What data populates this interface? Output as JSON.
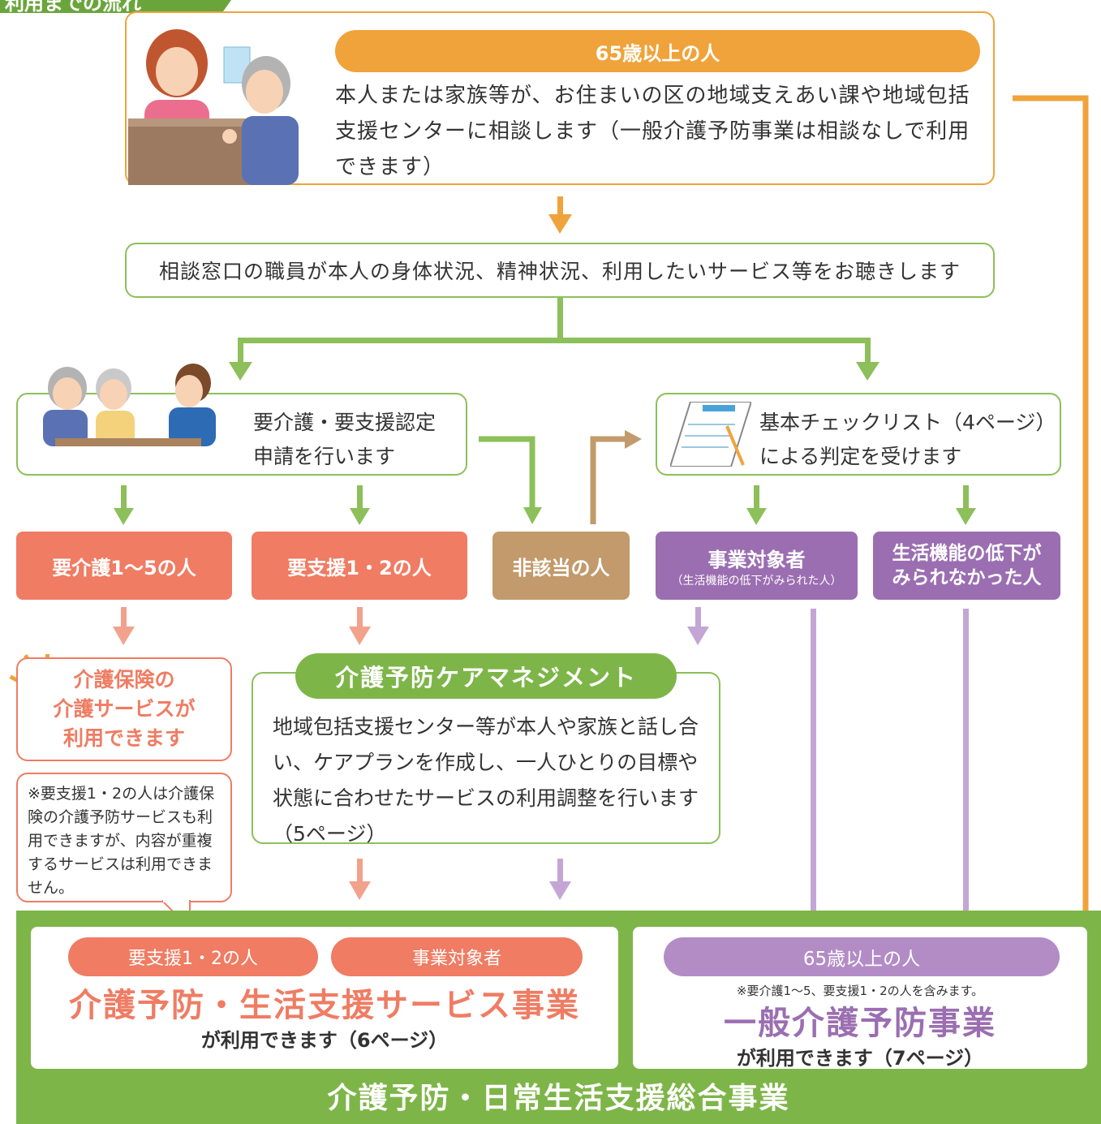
{
  "header": {
    "tab": "利用までの流れ"
  },
  "top": {
    "pill": "65歳以上の人",
    "text": "本人または家族等が、お住まいの区の地域支えあい課や地域包括支援センターに相談します（一般介護予防事業は相談なしで利用できます）"
  },
  "consult": {
    "text": "相談窓口の職員が本人の身体状況、精神状況、利用したいサービス等をお聴きします"
  },
  "apply": {
    "text1": "要介護・要支援認定",
    "text2": "申請を行います"
  },
  "checklist": {
    "text1": "基本チェックリスト（4ページ）",
    "text2": "による判定を受けます"
  },
  "categories": {
    "care": "要介護1〜5の人",
    "support": "要支援1・2の人",
    "none": "非該当の人",
    "target": "事業対象者",
    "target_sub": "（生活機能の低下がみられた人）",
    "nodecline1": "生活機能の低下が",
    "nodecline2": "みられなかった人"
  },
  "care_result": {
    "l1": "介護保険の",
    "l2": "介護サービスが",
    "l3": "利用できます"
  },
  "note": {
    "text": "※要支援1・2の人は介護保険の介護予防サービスも利用できますが、内容が重複するサービスは利用できません。"
  },
  "mgmt": {
    "title": "介護予防ケアマネジメント",
    "text": "地域包括支援センター等が本人や家族と話し合い、ケアプランを作成し、一人ひとりの目標や状態に合わせたサービスの利用調整を行います（5ページ）"
  },
  "bottom": {
    "left_pill1": "要支援1・2の人",
    "left_pill2": "事業対象者",
    "left_title": "介護予防・生活支援サービス事業",
    "left_sub": "が利用できます（6ページ）",
    "right_pill": "65歳以上の人",
    "right_note": "※要介護1〜5、要支援1・2の人を含みます。",
    "right_title": "一般介護予防事業",
    "right_sub": "が利用できます（7ページ）",
    "footer": "介護予防・日常生活支援総合事業"
  },
  "colors": {
    "orange": "#f0a33a",
    "green": "#8dbf5a",
    "coral": "#ef7c63",
    "brown": "#c29a6b",
    "purple": "#9b6eb1",
    "lavender": "#b38cc6"
  }
}
